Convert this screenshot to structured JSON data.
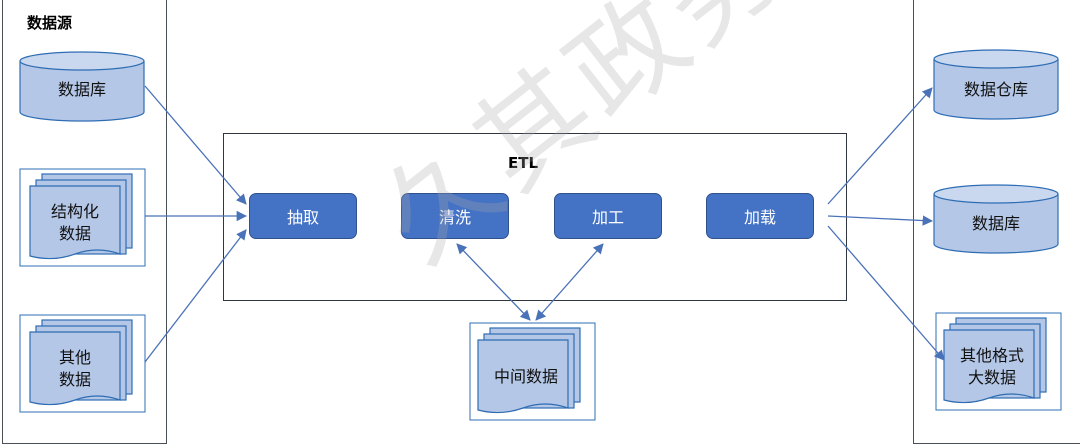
{
  "left_panel": {
    "title": "数据源"
  },
  "sources": [
    {
      "label": "数据库"
    },
    {
      "label": "结构化\n数据"
    },
    {
      "label": "其他\n数据"
    }
  ],
  "etl": {
    "title": "ETL",
    "steps": [
      {
        "label": "抽取"
      },
      {
        "label": "清洗"
      },
      {
        "label": "加工"
      },
      {
        "label": "加载"
      }
    ]
  },
  "intermediate": {
    "label": "中间数据"
  },
  "targets": [
    {
      "label": "数据仓库"
    },
    {
      "label": "数据库"
    },
    {
      "label": "其他格式\n大数据"
    }
  ],
  "watermark": "久其政务",
  "colors": {
    "shape_fill": "#b4c7e7",
    "shape_stroke": "#2e6db4",
    "process_fill": "#4472c4",
    "arrow": "#4a72b8"
  }
}
